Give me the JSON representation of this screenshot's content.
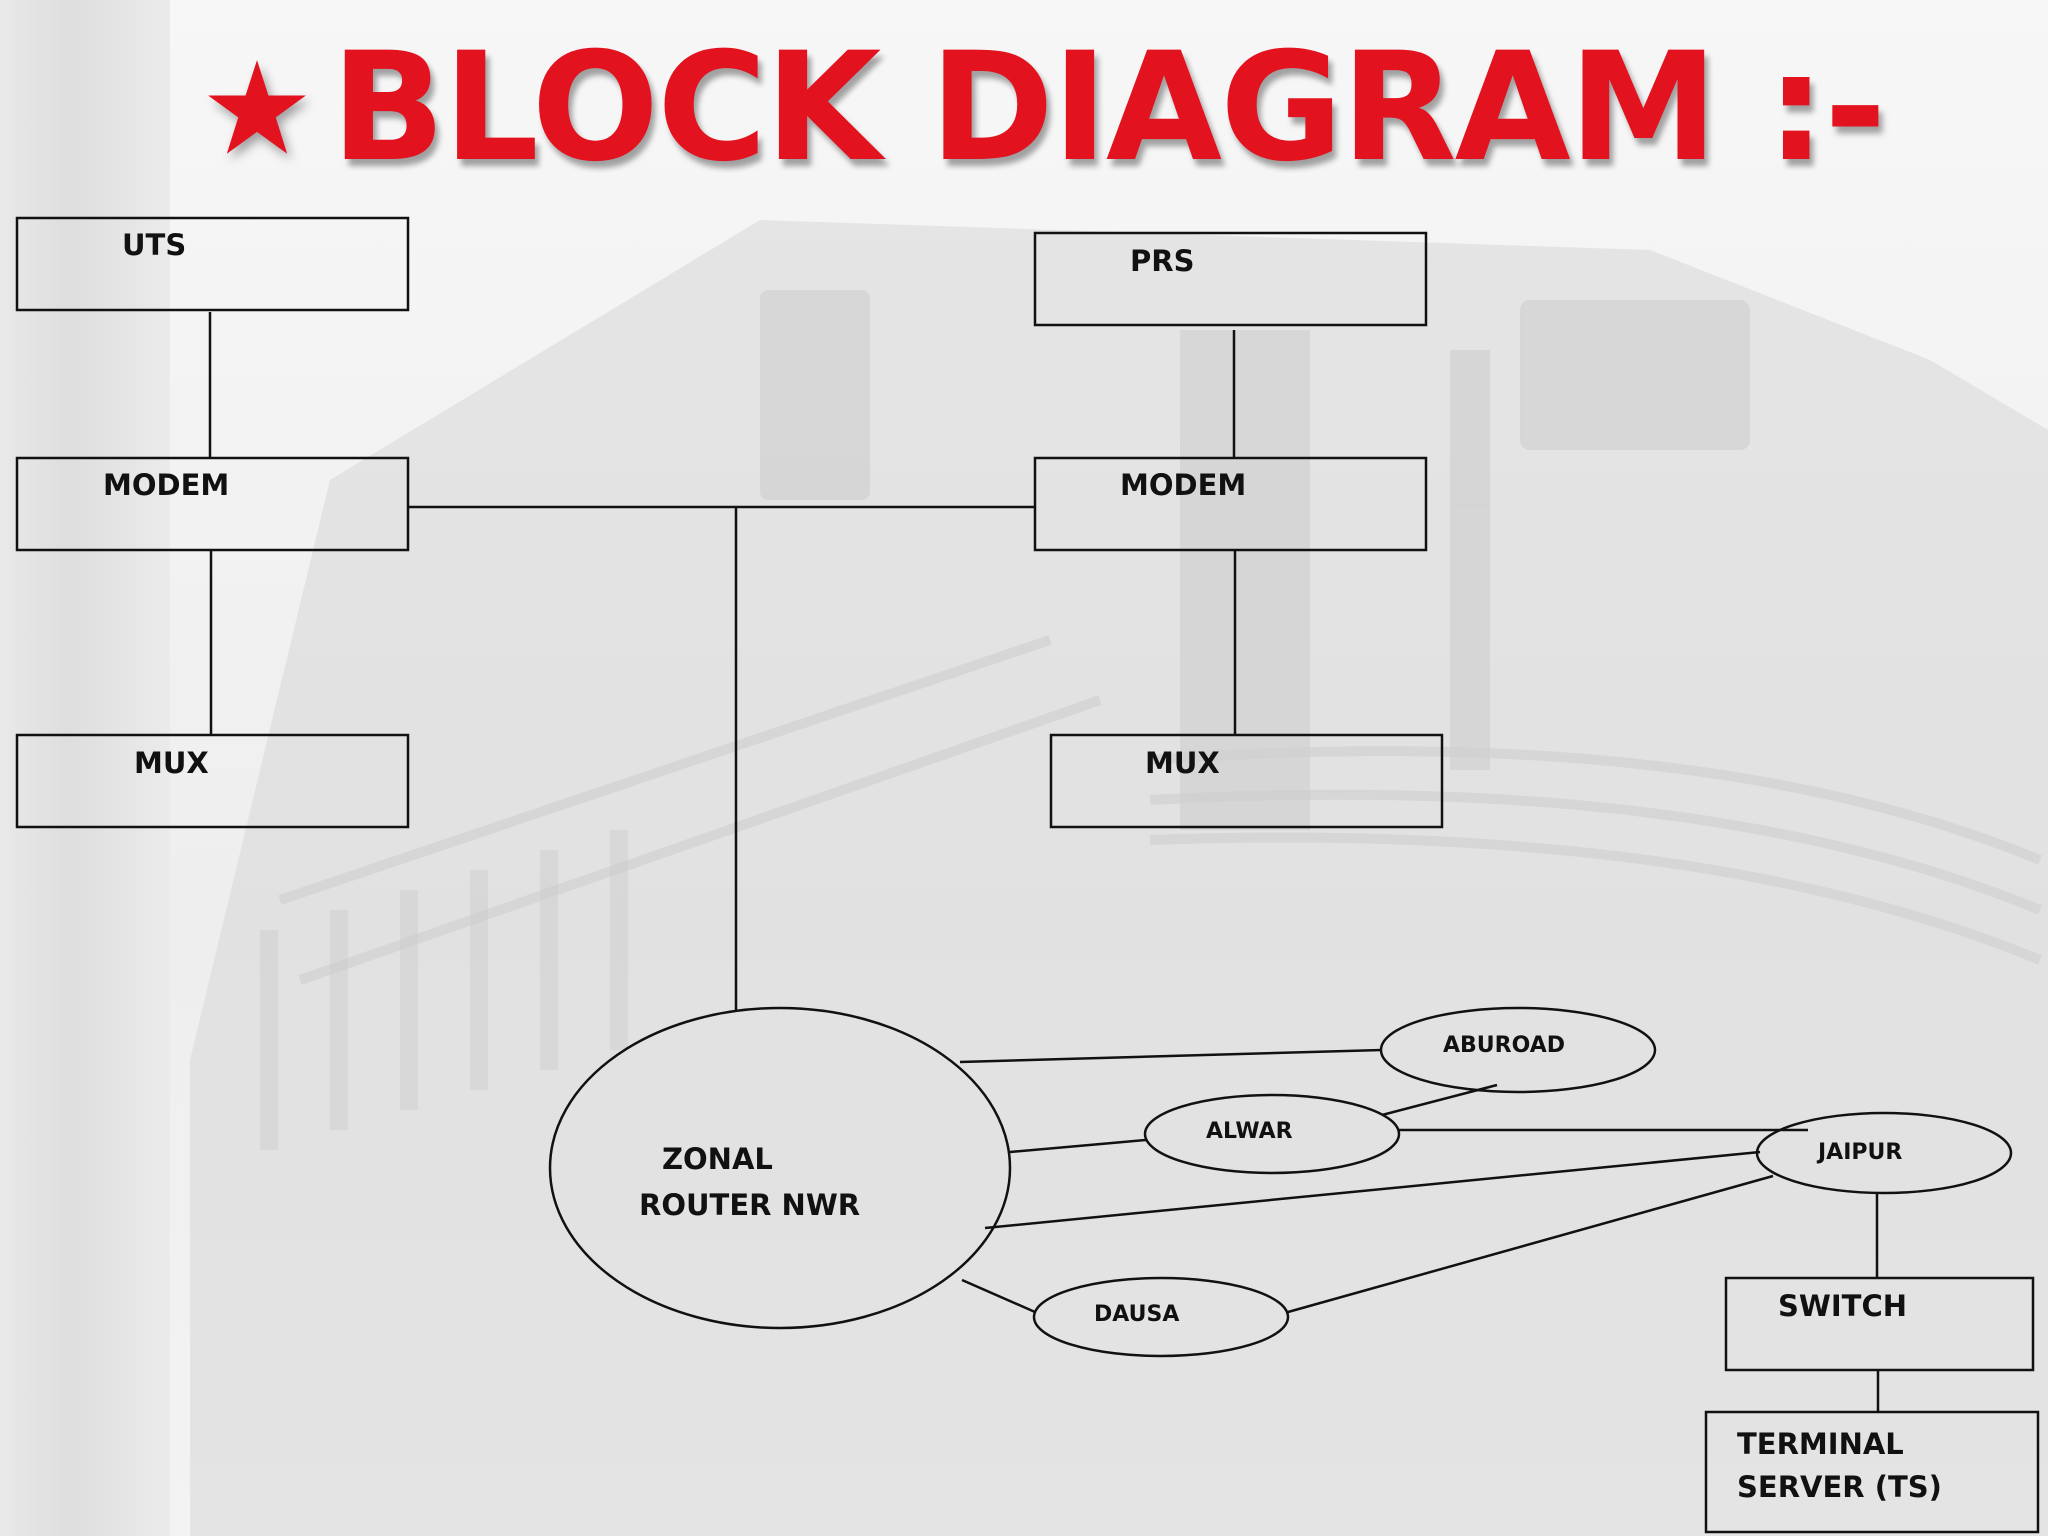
{
  "title": "BLOCK DIAGRAM :-",
  "colors": {
    "title": "#e3121f",
    "lines": "#111111",
    "background": "#f2f2f2"
  },
  "title_icon": "star-icon",
  "nodes": {
    "uts": "UTS",
    "prs": "PRS",
    "modem_left": "MODEM",
    "modem_right": "MODEM",
    "mux_left": "MUX",
    "mux_right": "MUX",
    "zonal_router_line1": "ZONAL",
    "zonal_router_line2": "ROUTER NWR",
    "aburoad": "ABUROAD",
    "alwar": "ALWAR",
    "jaipur": "JAIPUR",
    "dausa": "DAUSA",
    "switch": "SWITCH",
    "terminal_server_line1": "TERMINAL",
    "terminal_server_line2": "SERVER (TS)"
  },
  "connections": [
    [
      "UTS",
      "MODEM"
    ],
    [
      "PRS",
      "MODEM"
    ],
    [
      "MODEM",
      "MUX"
    ],
    [
      "MODEM",
      "MUX"
    ],
    [
      "MODEM",
      "MODEM"
    ],
    [
      "MODEM",
      "ZONAL ROUTER NWR"
    ],
    [
      "ZONAL ROUTER NWR",
      "ABUROAD"
    ],
    [
      "ZONAL ROUTER NWR",
      "ALWAR"
    ],
    [
      "ZONAL ROUTER NWR",
      "JAIPUR"
    ],
    [
      "ZONAL ROUTER NWR",
      "DAUSA"
    ],
    [
      "ALWAR",
      "ABUROAD"
    ],
    [
      "ALWAR",
      "JAIPUR"
    ],
    [
      "DAUSA",
      "JAIPUR"
    ],
    [
      "JAIPUR",
      "SWITCH"
    ],
    [
      "SWITCH",
      "TERMINAL SERVER (TS)"
    ]
  ]
}
